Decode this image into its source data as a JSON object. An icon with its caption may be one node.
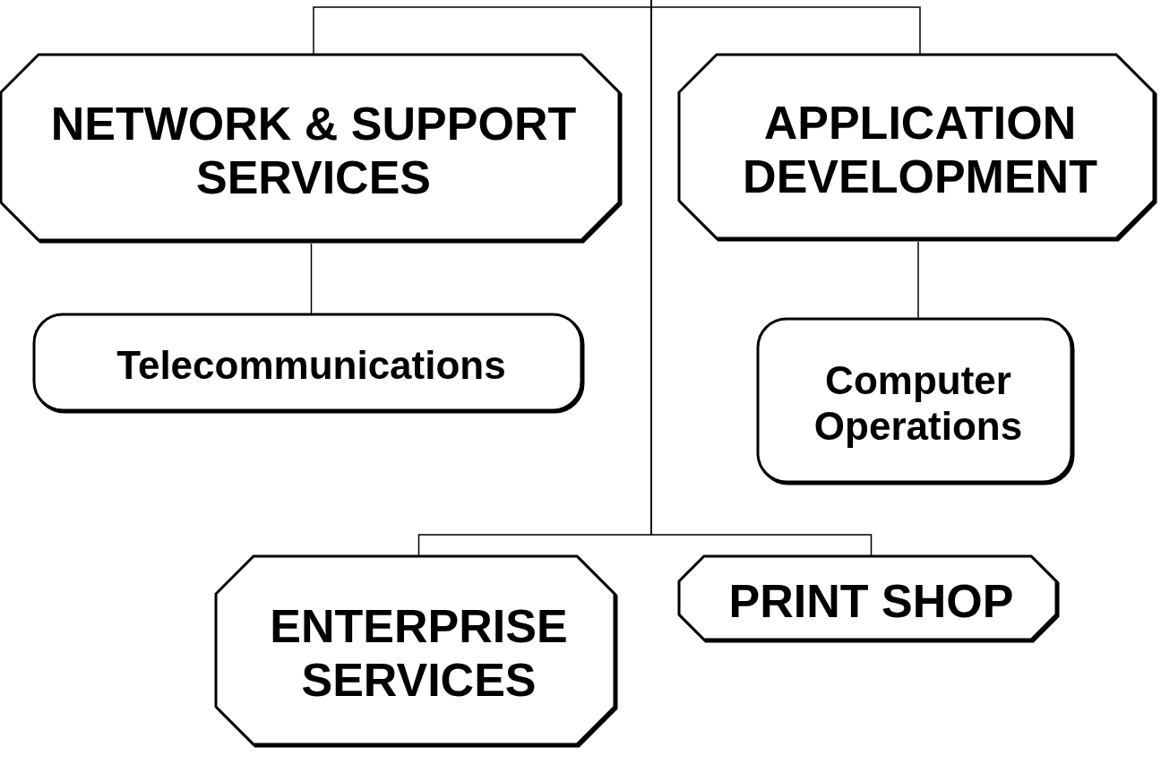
{
  "diagram": {
    "nodes": [
      {
        "text": [
          "NETWORK & SUPPORT SERVICES"
        ]
      },
      {
        "text": [
          "APPLICATION DEVELOPMENT"
        ]
      },
      {
        "text": [
          "Telecommunications"
        ]
      },
      {
        "text": [
          "Computer Operations"
        ]
      },
      {
        "text": [
          "ENTERPRISE SERVICES"
        ]
      },
      {
        "text": [
          "PRINT SHOP"
        ]
      }
    ],
    "edges": [
      {
        "from": null,
        "to": 0,
        "arrow": "none"
      },
      {
        "from": null,
        "to": 1,
        "arrow": "none"
      },
      {
        "from": null,
        "to": 4,
        "arrow": "none"
      },
      {
        "from": null,
        "to": 5,
        "arrow": "none"
      },
      {
        "from": 0,
        "to": 2,
        "arrow": "none"
      },
      {
        "from": 1,
        "to": 3,
        "arrow": "none"
      }
    ]
  }
}
